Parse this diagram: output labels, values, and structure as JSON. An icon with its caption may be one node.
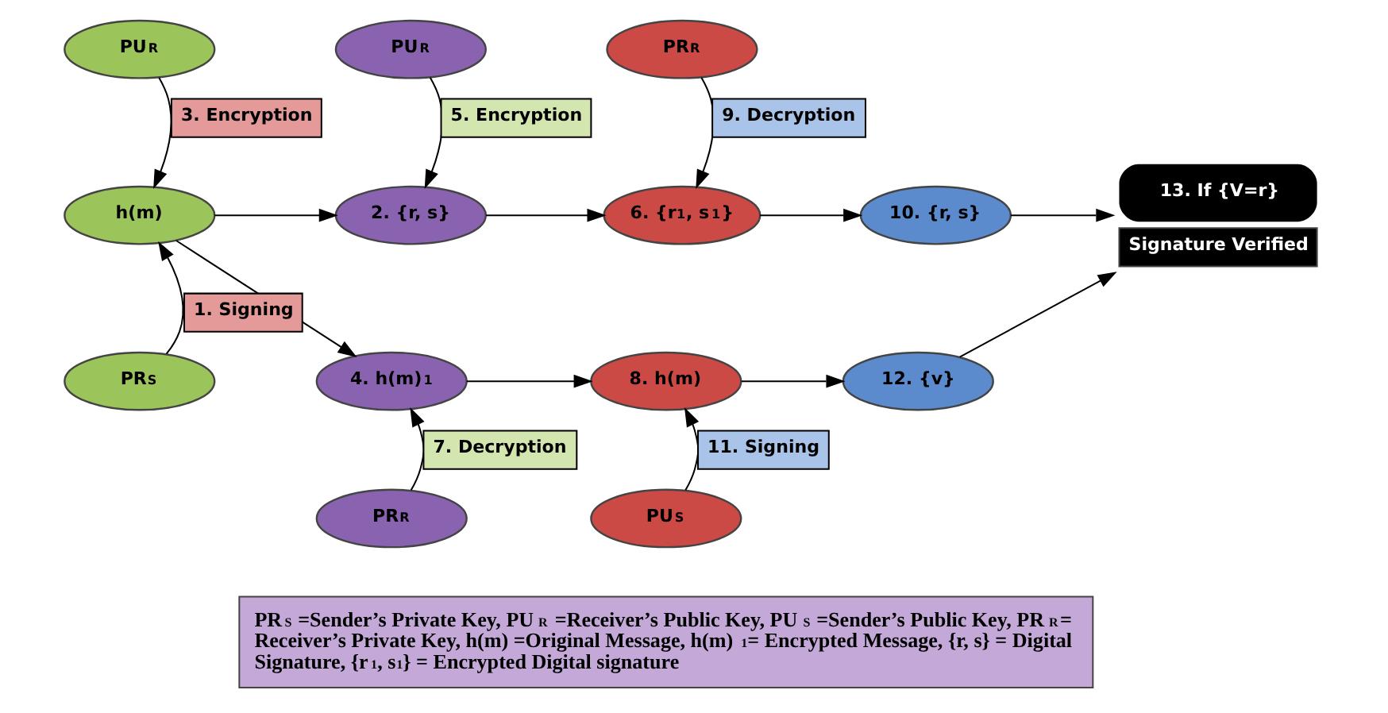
{
  "diagram": {
    "nodes": [
      {
        "text": [
          "PU$_{R}$"
        ]
      },
      {
        "text": [
          "PU$_{R}$"
        ]
      },
      {
        "text": [
          "PR$_{R}$"
        ]
      },
      {
        "text": [
          "h(m)"
        ]
      },
      {
        "text": [
          "2. {r, s}"
        ]
      },
      {
        "text": [
          "6. {r$_{1}$, s$_{1}$}"
        ]
      },
      {
        "text": [
          "10. {r, s}"
        ]
      },
      {
        "text": [
          "13. If {V=r}"
        ],
        "beside": [
          "Signature Verified"
        ]
      },
      {
        "text": [
          "PR$_{S}$"
        ]
      },
      {
        "text": [
          "4. h(m)$_{1}$"
        ]
      },
      {
        "text": [
          "8. h(m)"
        ]
      },
      {
        "text": [
          "12. {v}"
        ]
      },
      {
        "text": [
          "PR$_{R}$"
        ]
      },
      {
        "text": [
          "PU$_{S}$"
        ]
      }
    ],
    "edges": [
      {
        "from": 0,
        "to": 3,
        "arrow": "to",
        "label": "3. Encryption"
      },
      {
        "from": 1,
        "to": 4,
        "arrow": "to",
        "label": "5. Encryption"
      },
      {
        "from": 2,
        "to": 5,
        "arrow": "to",
        "label": "9. Decryption"
      },
      {
        "from": 8,
        "to": 3,
        "arrow": "to",
        "label": "1. Signing"
      },
      {
        "from": 3,
        "to": 4,
        "arrow": "to"
      },
      {
        "from": 3,
        "to": 9,
        "arrow": "to"
      },
      {
        "from": 4,
        "to": 5,
        "arrow": "to"
      },
      {
        "from": 5,
        "to": 6,
        "arrow": "to"
      },
      {
        "from": 6,
        "to": 7,
        "arrow": "to"
      },
      {
        "from": 12,
        "to": 9,
        "arrow": "to",
        "label": "7. Decryption"
      },
      {
        "from": 9,
        "to": 10,
        "arrow": "to"
      },
      {
        "from": 13,
        "to": 10,
        "arrow": "to",
        "label": "11. Signing"
      },
      {
        "from": 10,
        "to": 11,
        "arrow": "to"
      },
      {
        "from": 11,
        "to": 7,
        "arrow": "to"
      }
    ],
    "labels": [
      "PR$_{S}$ =Sender’s Private Key, PU$_{R}$ =Receiver’s Public Key, PU$_{S}$ =Sender’s Public Key, PR$_{R}$= Receiver’s Private Key, h(m) =Original Message, h(m)$_{1}$= Encrypted Message, {r, s} = Digital Signature, {r$_{1}$, s$_{1}$} = Encrypted Digital signature"
    ]
  }
}
